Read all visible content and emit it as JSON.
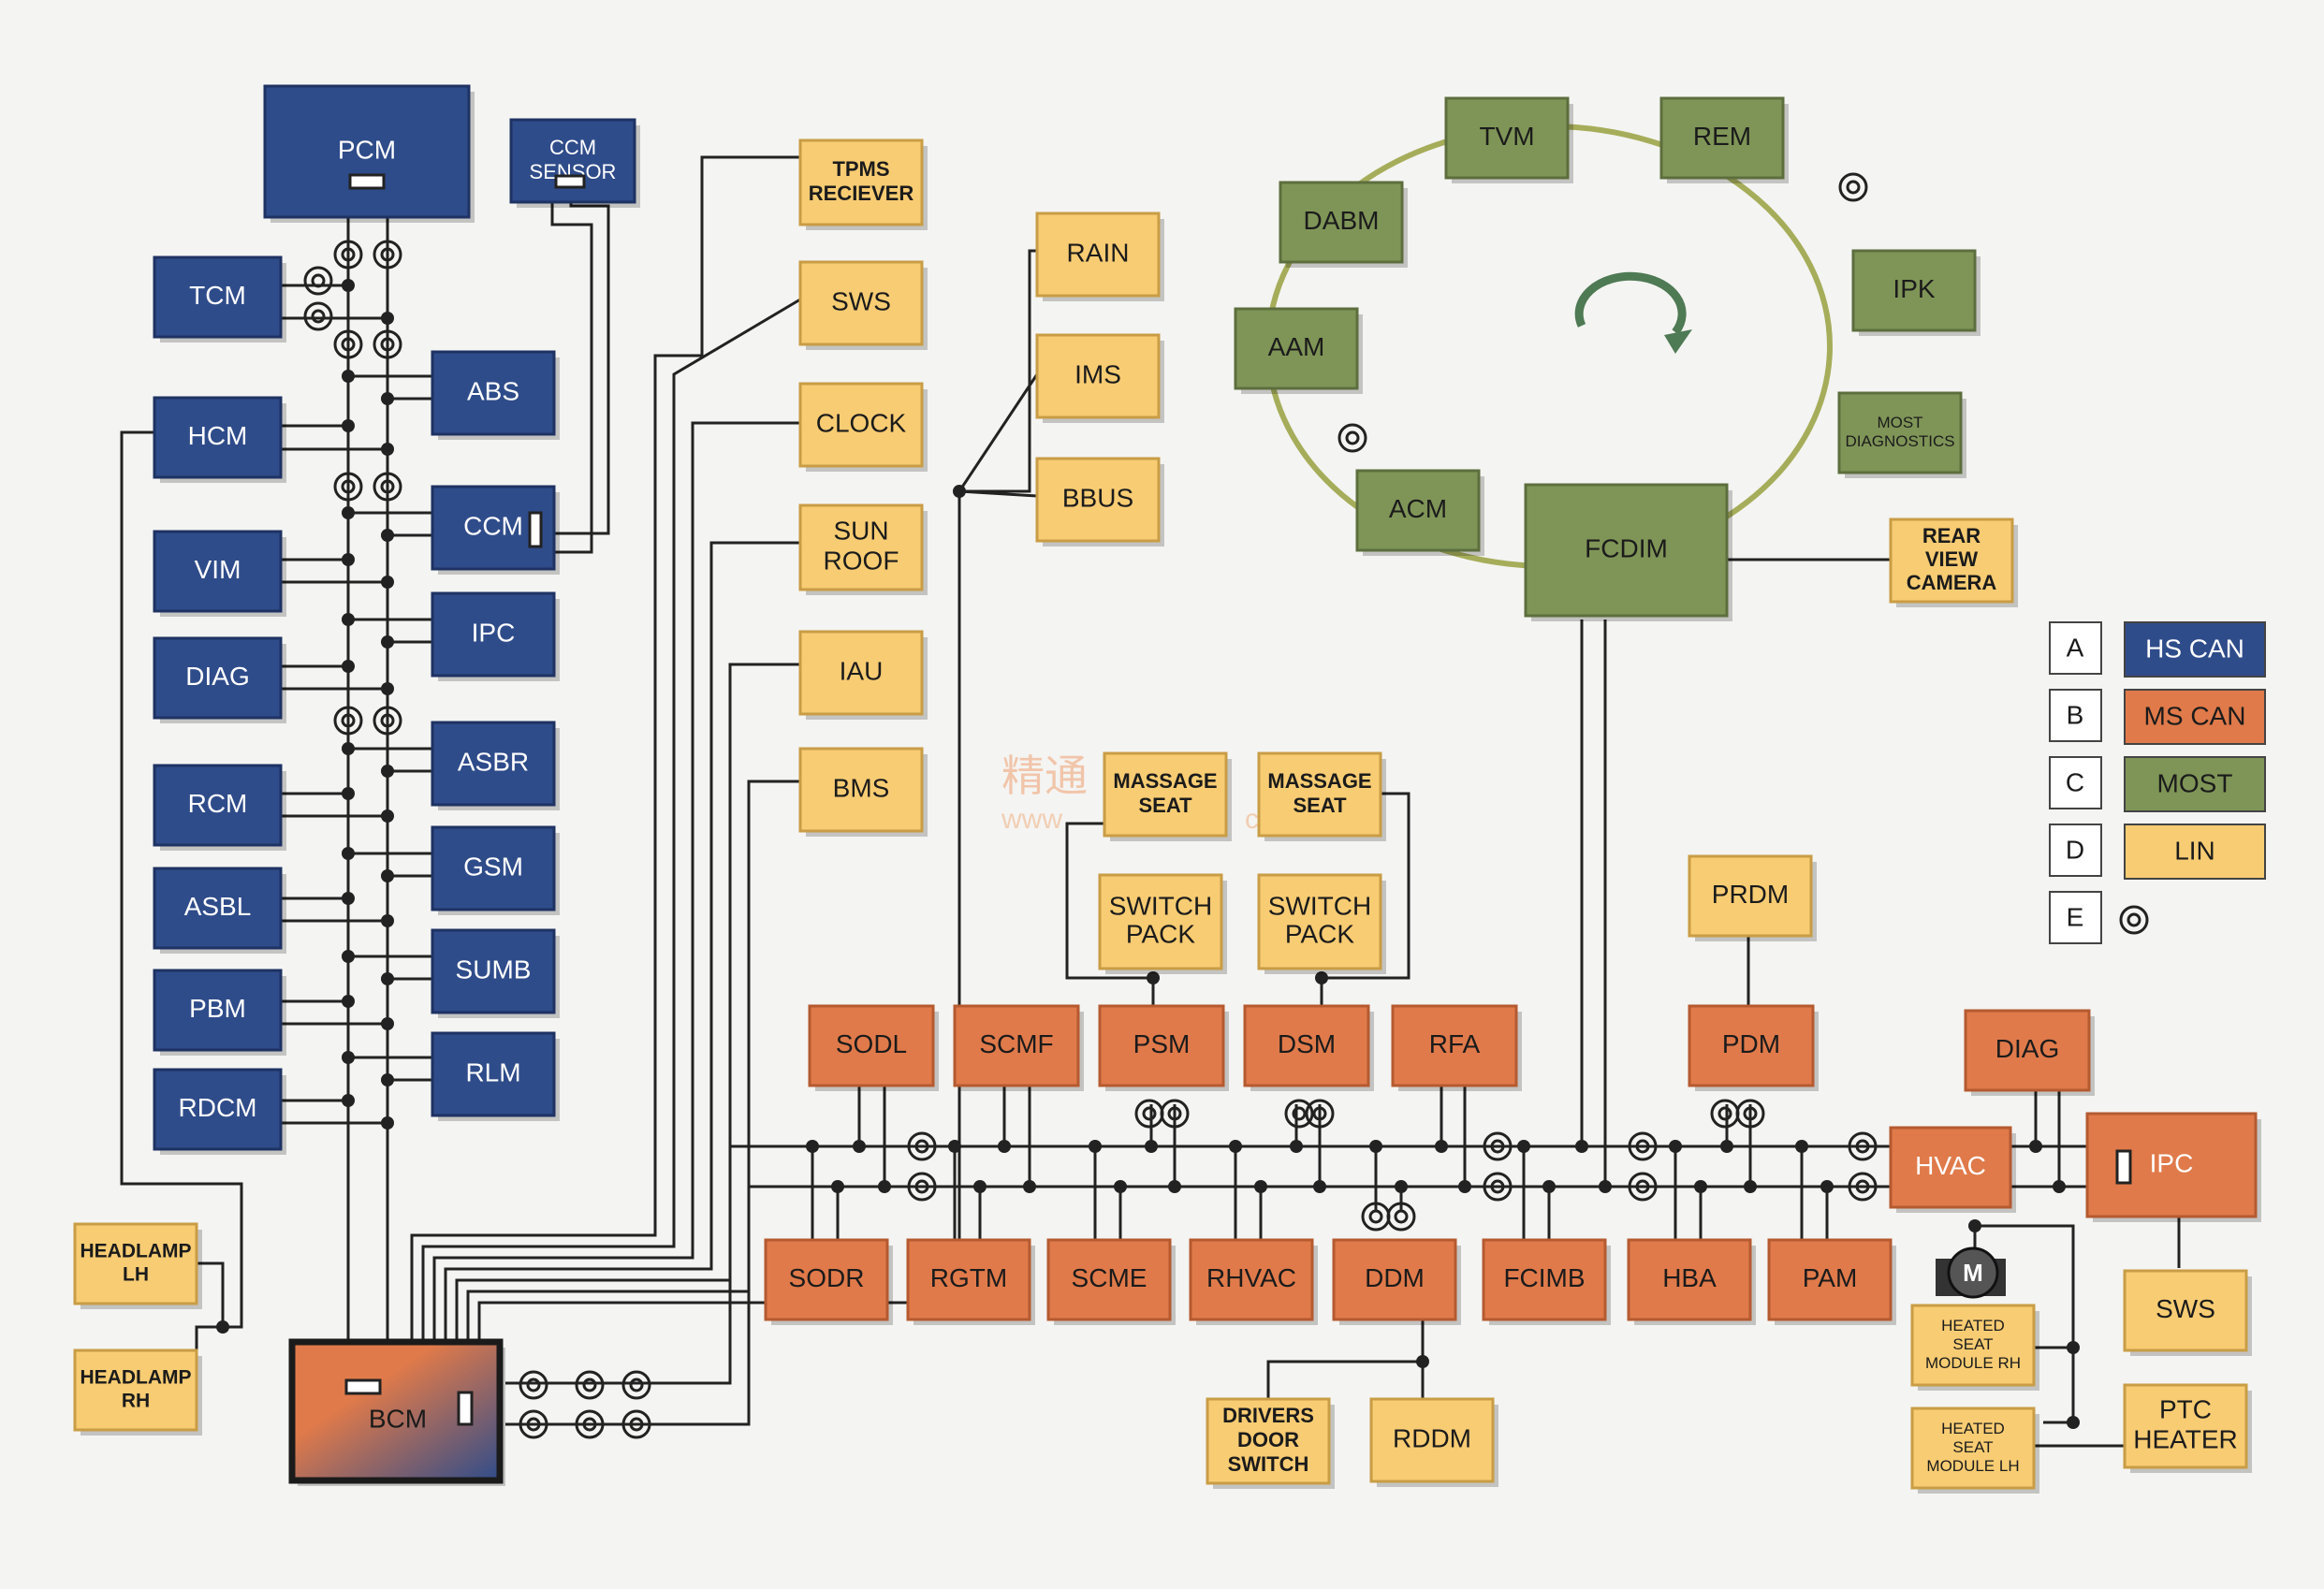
{
  "modules": {
    "pcm": "PCM",
    "ccm_sensor": [
      "CCM",
      "SENSOR"
    ],
    "tcm": "TCM",
    "abs": "ABS",
    "hcm": "HCM",
    "ccm": "CCM",
    "vim": "VIM",
    "ipc_left": "IPC",
    "diag_left": "DIAG",
    "asbr": "ASBR",
    "rcm": "RCM",
    "gsm": "GSM",
    "asbl": "ASBL",
    "sumb": "SUMB",
    "pbm": "PBM",
    "rlm": "RLM",
    "rdcm": "RDCM",
    "headlamp_lh": [
      "HEADLAMP",
      "LH"
    ],
    "headlamp_rh": [
      "HEADLAMP",
      "RH"
    ],
    "bcm": "BCM",
    "tpms": [
      "TPMS",
      "RECIEVER"
    ],
    "sws_top": "SWS",
    "clock": "CLOCK",
    "sunroof": [
      "SUN",
      "ROOF"
    ],
    "iau": "IAU",
    "bms": "BMS",
    "rain": "RAIN",
    "ims": "IMS",
    "bbus": "BBUS",
    "tvm": "TVM",
    "rem": "REM",
    "dabm": "DABM",
    "ipk": "IPK",
    "aam": "AAM",
    "most_diag": [
      "MOST",
      "DIAGNOSTICS"
    ],
    "acm": "ACM",
    "fcdim": "FCDIM",
    "rear_camera": [
      "REAR",
      "VIEW",
      "CAMERA"
    ],
    "massage_seat_1": [
      "MASSAGE",
      "SEAT"
    ],
    "massage_seat_2": [
      "MASSAGE",
      "SEAT"
    ],
    "switch_pack_1": [
      "SWITCH",
      "PACK"
    ],
    "switch_pack_2": [
      "SWITCH",
      "PACK"
    ],
    "prdm": "PRDM",
    "sodl": "SODL",
    "scmf": "SCMF",
    "psm": "PSM",
    "dsm": "DSM",
    "rfa": "RFA",
    "pdm": "PDM",
    "diag_right": "DIAG",
    "hvac": "HVAC",
    "ipc_right": "IPC",
    "sodr": "SODR",
    "rgtm": "RGTM",
    "scme": "SCME",
    "rhvac": "RHVAC",
    "ddm": "DDM",
    "fcimb": "FCIMB",
    "hba": "HBA",
    "pam": "PAM",
    "sws_right": "SWS",
    "motor": "M",
    "heated_rh": [
      "HEATED",
      "SEAT",
      "MODULE RH"
    ],
    "heated_lh": [
      "HEATED",
      "SEAT",
      "MODULE LH"
    ],
    "ptc": [
      "PTC",
      "HEATER"
    ],
    "drivers_door": [
      "DRIVERS",
      "DOOR",
      "SWITCH"
    ],
    "rddm": "RDDM"
  },
  "legend": [
    {
      "key": "A",
      "label": "HS CAN",
      "color": "#2f4c8a"
    },
    {
      "key": "B",
      "label": "MS CAN",
      "color": "#e07a4a"
    },
    {
      "key": "C",
      "label": "MOST",
      "color": "#7f9557"
    },
    {
      "key": "D",
      "label": "LIN",
      "color": "#f8cc73"
    },
    {
      "key": "E",
      "label": "",
      "icon": "termination-resistor-icon"
    }
  ],
  "colors": {
    "hs_can": "#2f4c8a",
    "ms_can": "#e07a4a",
    "most": "#7f9557",
    "lin": "#f8cc73",
    "ring": "#a6ad5a"
  },
  "watermark": [
    "精通",
    "www",
    "c"
  ]
}
